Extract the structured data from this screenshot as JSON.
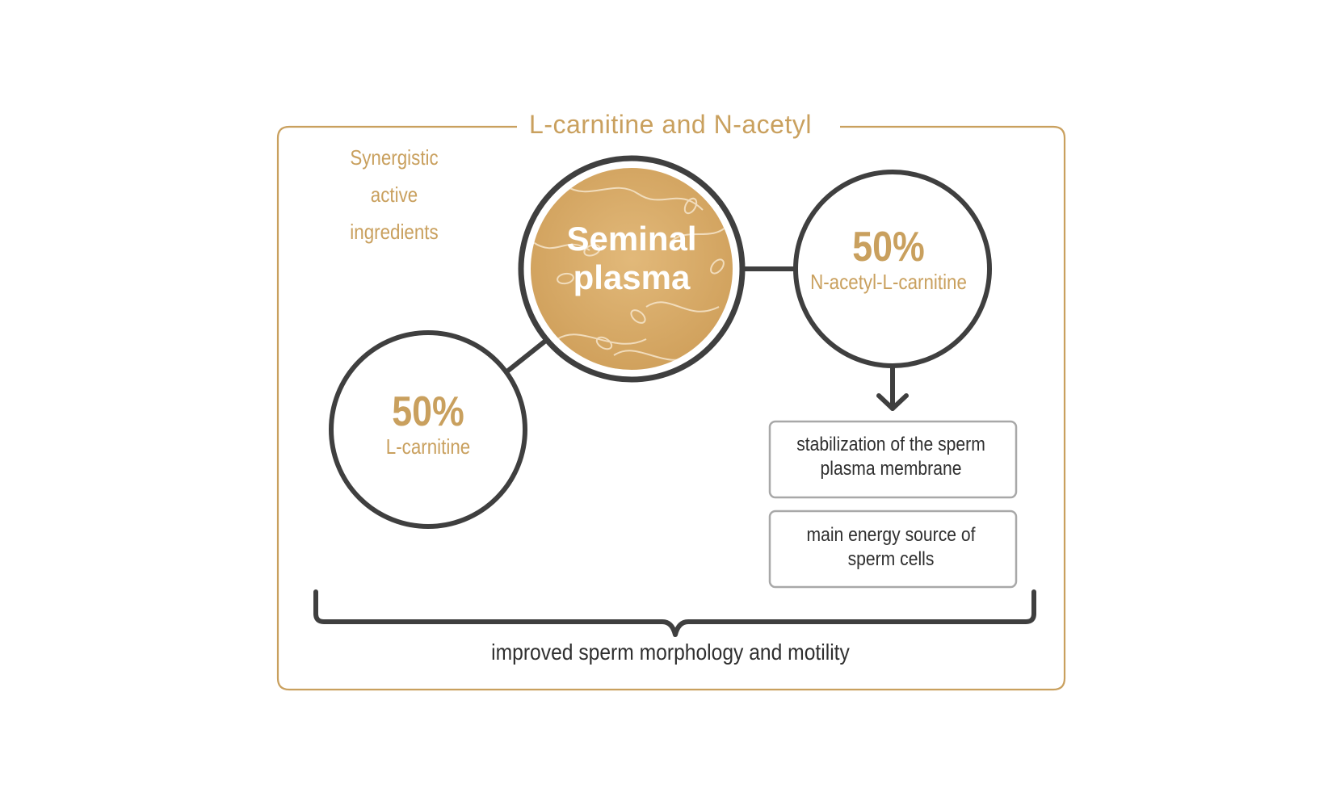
{
  "colors": {
    "gold": "#c9a05e",
    "gold_fill": "#d6a865",
    "dark_stroke": "#3f3f3f",
    "box_stroke": "#a8a8a8",
    "text_dark": "#2f2f2f"
  },
  "frame": {
    "title": "L-carnitine and N-acetyl",
    "subtitle": "Synergistic active ingredients"
  },
  "center_node": {
    "label": "Seminal plasma",
    "icon": "sperm-cells-background"
  },
  "left_node": {
    "percent": "50%",
    "name": "L-carnitine"
  },
  "right_node": {
    "percent": "50%",
    "name": "N-acetyl-L-carnitine"
  },
  "effects": [
    {
      "text": "stabilization of the sperm plasma membrane"
    },
    {
      "text": "main energy source of sperm cells"
    }
  ],
  "outcome": {
    "text": "improved sperm morphology and motility"
  }
}
